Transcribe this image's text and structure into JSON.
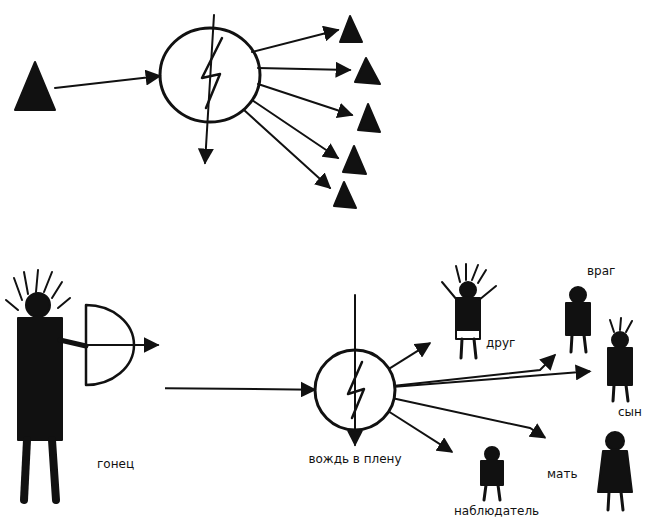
{
  "diagram": {
    "nodes": [
      {
        "text": [
          "гонец"
        ]
      },
      {
        "text": [
          "вождь в плену"
        ]
      },
      {
        "text": [
          "друг"
        ]
      },
      {
        "text": [
          "враг"
        ]
      },
      {
        "text": [
          "сын"
        ]
      },
      {
        "text": [
          "мать"
        ]
      },
      {
        "text": [
          "наблюдатель"
        ]
      }
    ],
    "edges": [
      {
        "from": 0,
        "to": 1,
        "arrow": "to"
      },
      {
        "from": 1,
        "to": 2,
        "arrow": "to"
      },
      {
        "from": 1,
        "to": 3,
        "arrow": "to"
      },
      {
        "from": 1,
        "to": 4,
        "arrow": "to"
      },
      {
        "from": 1,
        "to": 5,
        "arrow": "to"
      },
      {
        "from": 1,
        "to": 6,
        "arrow": "to"
      }
    ]
  }
}
